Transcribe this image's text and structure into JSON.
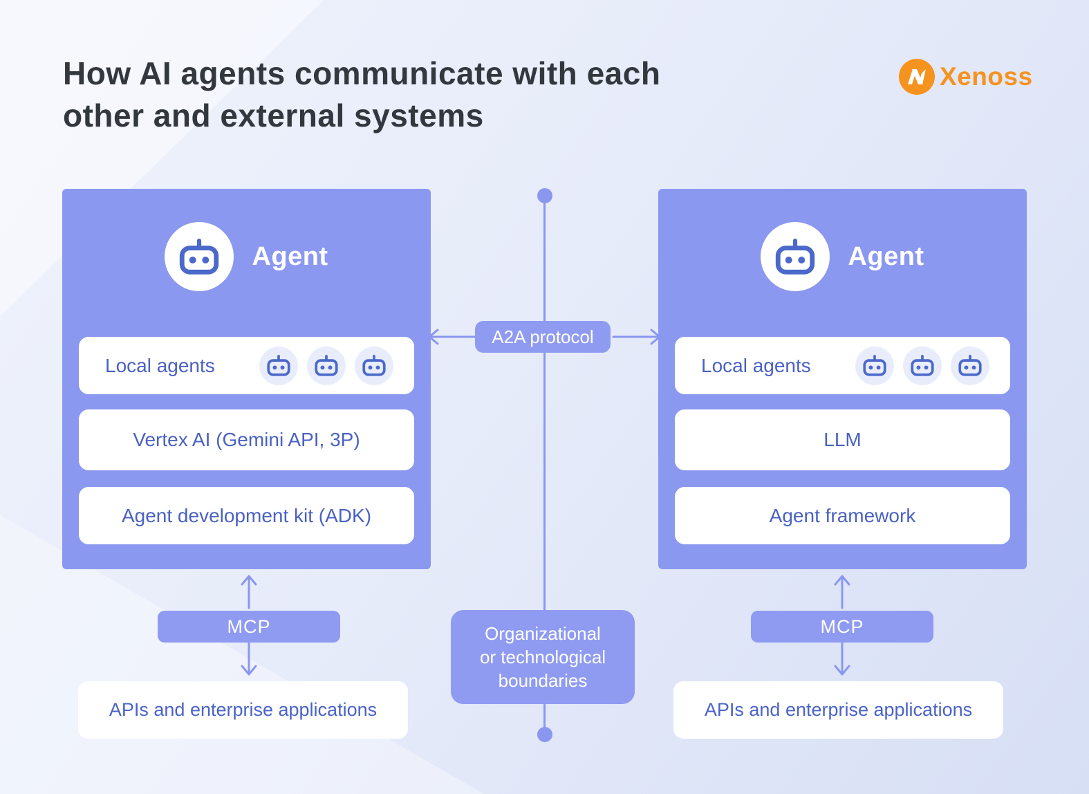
{
  "title": "How AI agents communicate with each\nother and external systems",
  "logo": {
    "name": "Xenoss"
  },
  "colors": {
    "card_purple": "#8B98F0",
    "pill_purple": "#8F9BF1",
    "arrow_purple": "#8A97EF",
    "label_blue": "#4A61C4",
    "robot_blue": "#4B68CA",
    "logo_orange": "#F6921E",
    "title_dark": "#33373E",
    "chip_lavender": "#E9EDFB"
  },
  "agents": {
    "left": {
      "title": "Agent",
      "local_agents_label": "Local agents",
      "local_agent_count": 3,
      "stack": [
        "Vertex AI (Gemini API, 3P)",
        "Agent development kit (ADK)"
      ],
      "mcp_label": "MCP",
      "external_label": "APIs and enterprise applications"
    },
    "right": {
      "title": "Agent",
      "local_agents_label": "Local agents",
      "local_agent_count": 3,
      "stack": [
        "LLM",
        "Agent framework"
      ],
      "mcp_label": "MCP",
      "external_label": "APIs and enterprise applications"
    }
  },
  "connections": {
    "a2a_label": "A2A protocol",
    "boundaries_label": "Organizational\nor technological\nboundaries"
  }
}
